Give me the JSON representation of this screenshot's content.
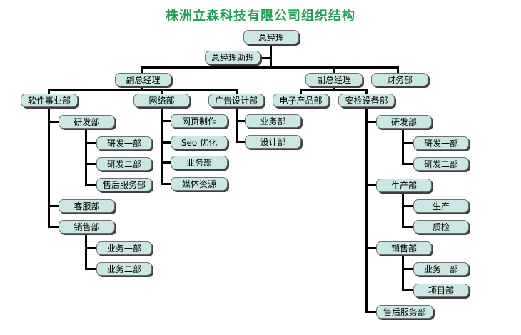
{
  "title": "株洲立森科技有限公司组织结构",
  "colors": {
    "title_text": "#1f9d55",
    "node_fill": "#cbe7e3",
    "node_border": "#6f6f6f",
    "node_shadow": "#3f3f3f",
    "connector": "#000000",
    "page_bg": "#ffffff"
  },
  "nodes": [
    {
      "id": "ceo",
      "label": "总经理",
      "parent": null
    },
    {
      "id": "ceo-assistant",
      "label": "总经理助理",
      "parent": "ceo"
    },
    {
      "id": "vp-left",
      "label": "副总经理",
      "parent": "ceo"
    },
    {
      "id": "vp-right",
      "label": "副总经理",
      "parent": "ceo"
    },
    {
      "id": "finance-dept",
      "label": "财务部",
      "parent": "ceo"
    },
    {
      "id": "software-division",
      "label": "软件事业部",
      "parent": "vp-left"
    },
    {
      "id": "network-dept",
      "label": "网络部",
      "parent": "vp-left"
    },
    {
      "id": "ad-design-dept",
      "label": "广告设计部",
      "parent": "vp-left"
    },
    {
      "id": "electronics-dept",
      "label": "电子产品部",
      "parent": "vp-right"
    },
    {
      "id": "security-equipment-dept",
      "label": "安检设备部",
      "parent": "vp-right"
    },
    {
      "id": "rd-dept-left",
      "label": "研发部",
      "parent": "software-division"
    },
    {
      "id": "rd-1-left",
      "label": "研发一部",
      "parent": "rd-dept-left"
    },
    {
      "id": "rd-2-left",
      "label": "研发二部",
      "parent": "rd-dept-left"
    },
    {
      "id": "after-sales-left",
      "label": "售后服务部",
      "parent": "rd-dept-left"
    },
    {
      "id": "customer-service-dept",
      "label": "客服部",
      "parent": "software-division"
    },
    {
      "id": "sales-dept-left",
      "label": "销售部",
      "parent": "software-division"
    },
    {
      "id": "biz-1-left",
      "label": "业务一部",
      "parent": "sales-dept-left"
    },
    {
      "id": "biz-2-left",
      "label": "业务二部",
      "parent": "sales-dept-left"
    },
    {
      "id": "web-production",
      "label": "网页制作",
      "parent": "network-dept"
    },
    {
      "id": "seo-optimization",
      "label": "Seo 优化",
      "parent": "network-dept"
    },
    {
      "id": "biz-dept-network",
      "label": "业务部",
      "parent": "network-dept"
    },
    {
      "id": "media-resources",
      "label": "媒体资源",
      "parent": "network-dept"
    },
    {
      "id": "biz-dept-ad",
      "label": "业务部",
      "parent": "ad-design-dept"
    },
    {
      "id": "design-dept",
      "label": "设计部",
      "parent": "ad-design-dept"
    },
    {
      "id": "rd-dept-right",
      "label": "研发部",
      "parent": "security-equipment-dept"
    },
    {
      "id": "rd-1-right",
      "label": "研发一部",
      "parent": "rd-dept-right"
    },
    {
      "id": "rd-2-right",
      "label": "研发二部",
      "parent": "rd-dept-right"
    },
    {
      "id": "production-dept",
      "label": "生产部",
      "parent": "security-equipment-dept"
    },
    {
      "id": "production",
      "label": "生产",
      "parent": "production-dept"
    },
    {
      "id": "quality-inspection",
      "label": "质检",
      "parent": "production-dept"
    },
    {
      "id": "sales-dept-right",
      "label": "销售部",
      "parent": "security-equipment-dept"
    },
    {
      "id": "biz-1-right",
      "label": "业务一部",
      "parent": "sales-dept-right"
    },
    {
      "id": "project-dept",
      "label": "项目部",
      "parent": "sales-dept-right"
    },
    {
      "id": "after-sales-right",
      "label": "售后服务部",
      "parent": "security-equipment-dept"
    }
  ]
}
